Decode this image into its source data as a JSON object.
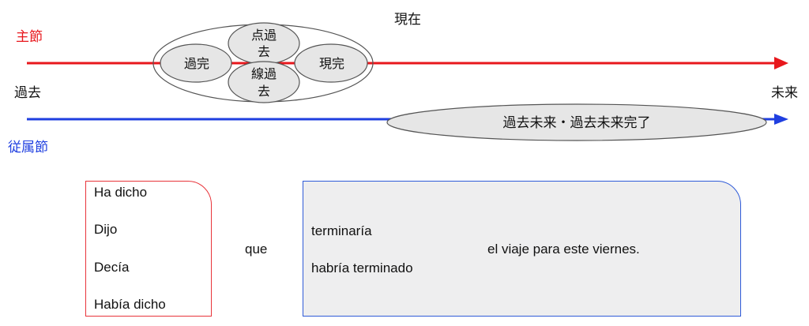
{
  "labels": {
    "main_clause": "主節",
    "subordinate_clause": "従属節",
    "past": "過去",
    "present": "現在",
    "future": "未来"
  },
  "main_tenses": {
    "past_perfect": "過完",
    "point_past_line1": "点過",
    "point_past_line2": "去",
    "line_past_line1": "線過",
    "line_past_line2": "去",
    "present_perfect": "現完"
  },
  "subordinate_tenses": {
    "future_in_past": "過去未来・過去未来完了"
  },
  "example": {
    "main_verbs": [
      "Ha dicho",
      "Dijo",
      "Decía",
      "Había dicho"
    ],
    "connector": "que",
    "sub_verbs": [
      "terminaría",
      "habría terminado"
    ],
    "complement": "el viaje para este viernes."
  },
  "colors": {
    "main_line": "#e8171c",
    "sub_line": "#1f3fe0",
    "bubble_fill": "#e6e6e6",
    "bubble_stroke": "#555555"
  }
}
